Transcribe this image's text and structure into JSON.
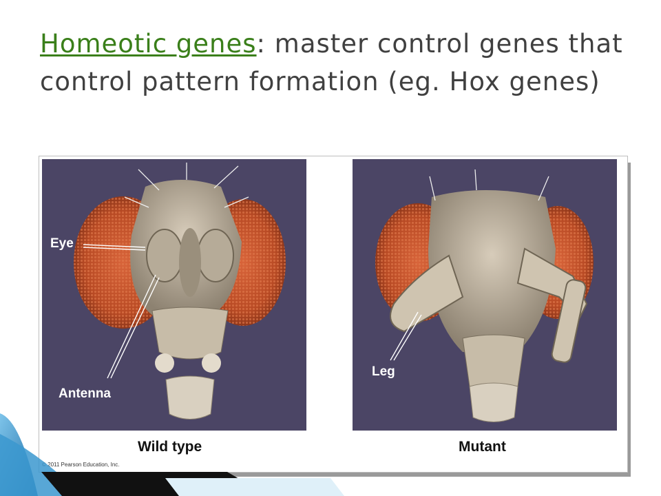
{
  "slide": {
    "title_link": "Homeotic genes",
    "title_rest": ": master control genes that control pattern formation (eg. Hox genes)"
  },
  "figure": {
    "left_labels": {
      "eye": "Eye",
      "antenna": "Antenna"
    },
    "right_labels": {
      "leg": "Leg"
    },
    "captions": {
      "left": "Wild type",
      "right": "Mutant"
    },
    "copyright": "© 2011 Pearson Education, Inc."
  },
  "colors": {
    "title_link": "#3a7f1a",
    "title_text": "#404040",
    "panel_background": "#4b4565",
    "eye_color": "#c0522a",
    "deco_blue": "#2a86c4"
  }
}
